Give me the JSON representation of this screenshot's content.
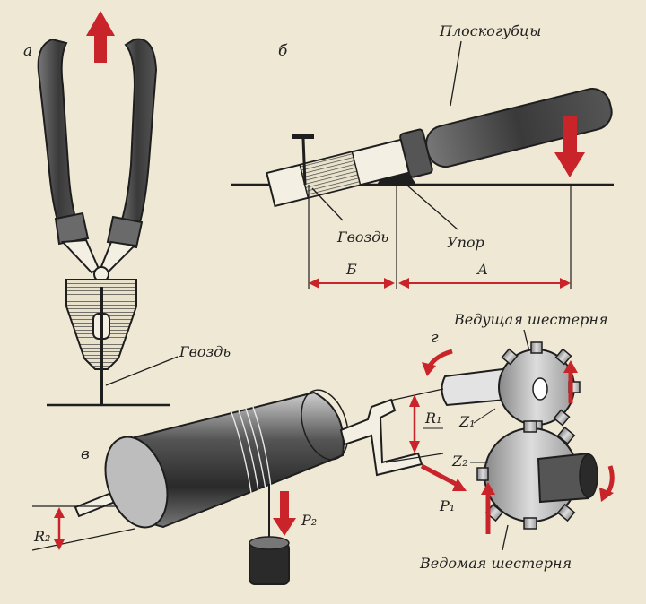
{
  "panels": {
    "a": "а",
    "b": "б",
    "v": "в",
    "g": "г"
  },
  "labels": {
    "nail_a": "Гвоздь",
    "pliers": "Плоскогубцы",
    "nail_b": "Гвоздь",
    "support": "Упор",
    "dim_short": "Б",
    "dim_long": "А",
    "driving_gear": "Ведущая шестерня",
    "driven_gear": "Ведомая шестерня",
    "r1": "R₁",
    "r2": "R₂",
    "p1": "P₁",
    "p2": "P₂",
    "z1": "Z₁",
    "z2": "Z₂"
  },
  "colors": {
    "arrow": "#c8242a",
    "ink": "#1e1e1e",
    "paper": "#efe8d4",
    "handle": "#4a4a4a"
  }
}
